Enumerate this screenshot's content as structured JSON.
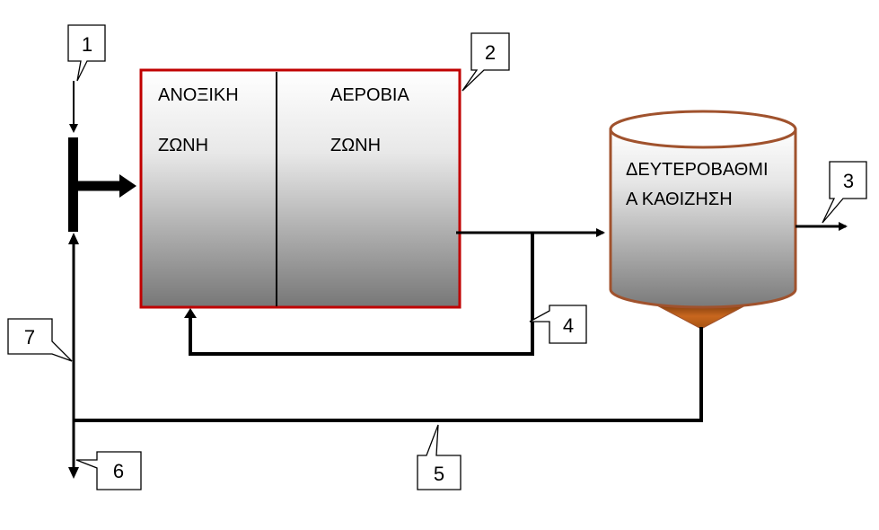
{
  "reactor": {
    "anoxic_line1": "ΑΝΟΞΙΚΗ",
    "anoxic_line2": "ΖΩΝΗ",
    "aerobic_line1": "ΑΕΡΟΒΙΑ",
    "aerobic_line2": "ΖΩΝΗ"
  },
  "clarifier": {
    "line1": "ΔΕΥΤΕΡΟΒΑΘΜΙ",
    "line2": "Α ΚΑΘΙΖΗΣΗ"
  },
  "callouts": [
    "1",
    "2",
    "3",
    "4",
    "5",
    "6",
    "7"
  ],
  "colors": {
    "reactor_border": "#c00000",
    "clarifier_border": "#a0522d",
    "sludge_cone": "#b85c1a",
    "gradient_top": "#ffffff",
    "gradient_bottom": "#767676",
    "pipes": "#000000"
  }
}
